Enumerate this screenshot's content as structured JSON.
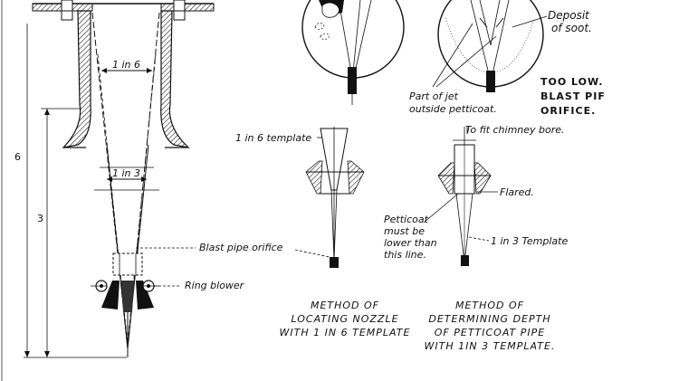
{
  "diagram": {
    "labels": {
      "deposit_of_soot": [
        "Deposit",
        "of soot."
      ],
      "too_low": [
        "TOO LOW.",
        "BLAST PIF",
        "ORIFICE."
      ],
      "part_of_jet": [
        "Part of jet",
        "outside petticoat."
      ],
      "one_in_six_template": "1 in 6 template",
      "to_fit_chimney_bore": "To fit chimney bore.",
      "flared": "Flared.",
      "petticoat_note": [
        "Petticoat",
        "must be",
        "lower than",
        "this line."
      ],
      "one_in_three_template": "1 in 3 Template",
      "blast_pipe_orifice": "Blast pipe orifice",
      "ring_blower": "Ring blower",
      "taper_1_in_6": "1 in 6",
      "taper_1_in_3": "1 in 3",
      "dim_6": "6",
      "dim_3": "3"
    },
    "captions": {
      "method_locating": [
        "METHOD OF",
        "LOCATING NOZZLE",
        "WITH 1 IN 6 TEMPLATE"
      ],
      "method_depth": [
        "METHOD OF",
        "DETERMINING DEPTH",
        "OF PETTICOAT PIPE",
        "WITH 1IN 3 TEMPLATE."
      ]
    }
  }
}
